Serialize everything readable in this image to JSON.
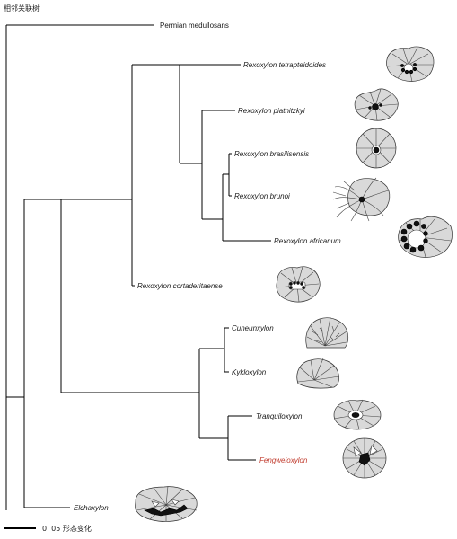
{
  "title": "相邻关联树",
  "scale_bar": {
    "label": "0. 05 形态变化"
  },
  "taxa": [
    {
      "label": "Permian medullosans"
    },
    {
      "label": "Rexoxylon tetrapteidoides"
    },
    {
      "label": "Rexoxylon piatnitzkyi"
    },
    {
      "label": "Rexoxylon brasilisensis"
    },
    {
      "label": "Rexoxylon brunoi"
    },
    {
      "label": "Rexoxylon  africanum"
    },
    {
      "label": "Rexoxylon cortaderitaense"
    },
    {
      "label": "Cuneunxylon"
    },
    {
      "label": "Kykloxylon"
    },
    {
      "label": "Tranquiloxylon"
    },
    {
      "label": "Fengweioxylon"
    },
    {
      "label": "Elchaxylon"
    }
  ],
  "colors": {
    "highlight": "#c0392b",
    "branch": "#000000",
    "section_fill": "#d9d9d9"
  }
}
